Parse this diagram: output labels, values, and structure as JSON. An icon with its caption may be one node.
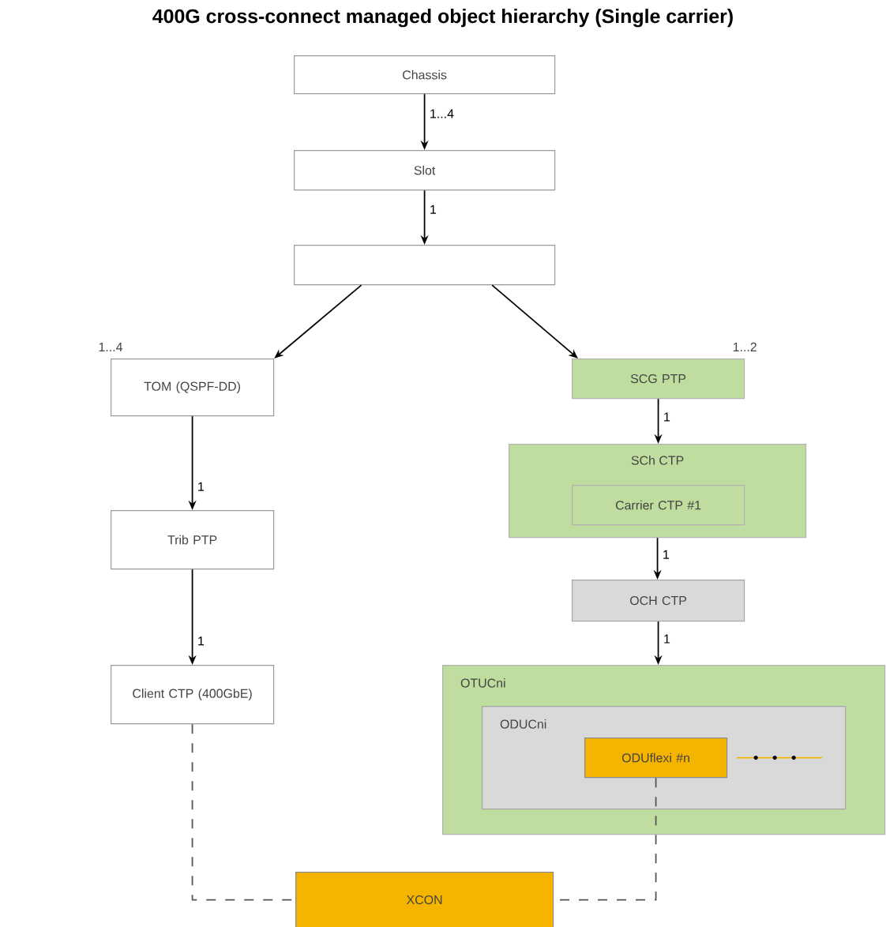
{
  "diagram": {
    "title": "400G cross-connect managed object hierarchy (Single carrier)",
    "nodes": [
      {
        "text": [
          "Chassis"
        ]
      },
      {
        "text": [
          "Slot"
        ]
      },
      {
        "text": [],
        "shape": "box"
      },
      {
        "text": [
          "TOM (QSPF-DD)"
        ],
        "beside": [
          "1...4"
        ]
      },
      {
        "text": [
          "SCG PTP"
        ],
        "beside": [
          "1...2"
        ]
      },
      {
        "text": [
          "SCh CTP"
        ]
      },
      {
        "text": [
          "Carrier CTP #1"
        ],
        "in": 5
      },
      {
        "text": [
          "OCH CTP"
        ]
      },
      {
        "text": [
          "Trib PTP"
        ]
      },
      {
        "text": [
          "Client CTP (400GbE)"
        ]
      },
      {
        "text": [
          "OTUCni"
        ]
      },
      {
        "text": [
          "ODUCni"
        ],
        "in": 10
      },
      {
        "text": [
          "ODUflexi #n"
        ],
        "in": 11
      },
      {
        "text": [
          "XCON"
        ]
      }
    ],
    "edges": [
      {
        "from": 0,
        "to": 1,
        "arrow": "to",
        "label": "1...4"
      },
      {
        "from": 1,
        "to": 2,
        "arrow": "to",
        "label": "1"
      },
      {
        "from": 2,
        "to": 3,
        "arrow": "to"
      },
      {
        "from": 2,
        "to": 4,
        "arrow": "to"
      },
      {
        "from": 4,
        "to": 5,
        "arrow": "to",
        "label": "1"
      },
      {
        "from": 5,
        "to": 7,
        "arrow": "to",
        "label": "1"
      },
      {
        "from": 7,
        "to": 10,
        "arrow": "to",
        "label": "1"
      },
      {
        "from": 3,
        "to": 8,
        "arrow": "to",
        "label": "1"
      },
      {
        "from": 8,
        "to": 9,
        "arrow": "to",
        "label": "1"
      },
      {
        "from": 9,
        "to": 13,
        "arrow": "none",
        "style": "dashed",
        "color": "#555555"
      },
      {
        "from": 12,
        "to": 13,
        "arrow": "none",
        "style": "dashed",
        "color": "#555555"
      },
      {
        "from": 12,
        "to": null,
        "arrow": "none",
        "color": "#f5b400"
      }
    ]
  }
}
